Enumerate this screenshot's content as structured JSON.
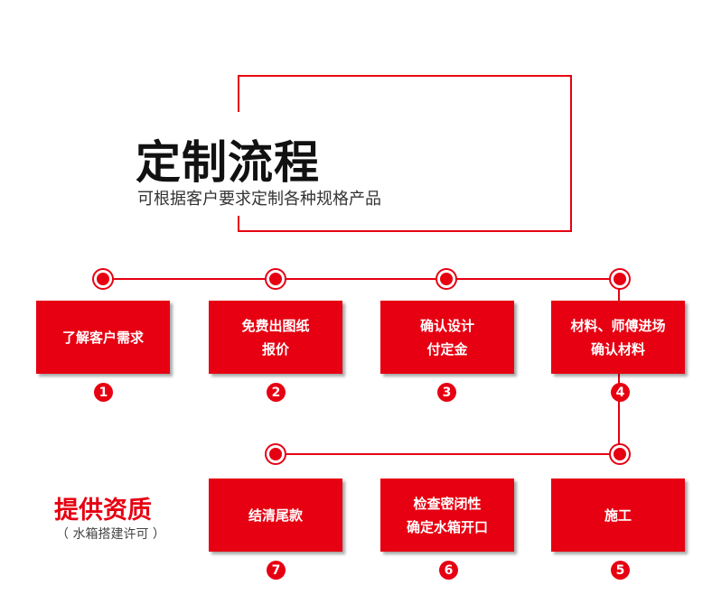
{
  "header": {
    "title": "定制流程",
    "subtitle": "可根据客户要求定制各种规格产品"
  },
  "qualification": {
    "title": "提供资质",
    "subtitle": "（ 水箱搭建许可 ）"
  },
  "accent_color": "#e60012",
  "steps": [
    {
      "number": "1",
      "lines": [
        "了解客户需求"
      ]
    },
    {
      "number": "2",
      "lines": [
        "免费出图纸",
        "报价"
      ]
    },
    {
      "number": "3",
      "lines": [
        "确认设计",
        "付定金"
      ]
    },
    {
      "number": "4",
      "lines": [
        "材料、师傅进场",
        "确认材料"
      ]
    },
    {
      "number": "5",
      "lines": [
        "施工"
      ]
    },
    {
      "number": "6",
      "lines": [
        "检查密闭性",
        "确定水箱开口"
      ]
    },
    {
      "number": "7",
      "lines": [
        "结清尾款"
      ]
    }
  ]
}
